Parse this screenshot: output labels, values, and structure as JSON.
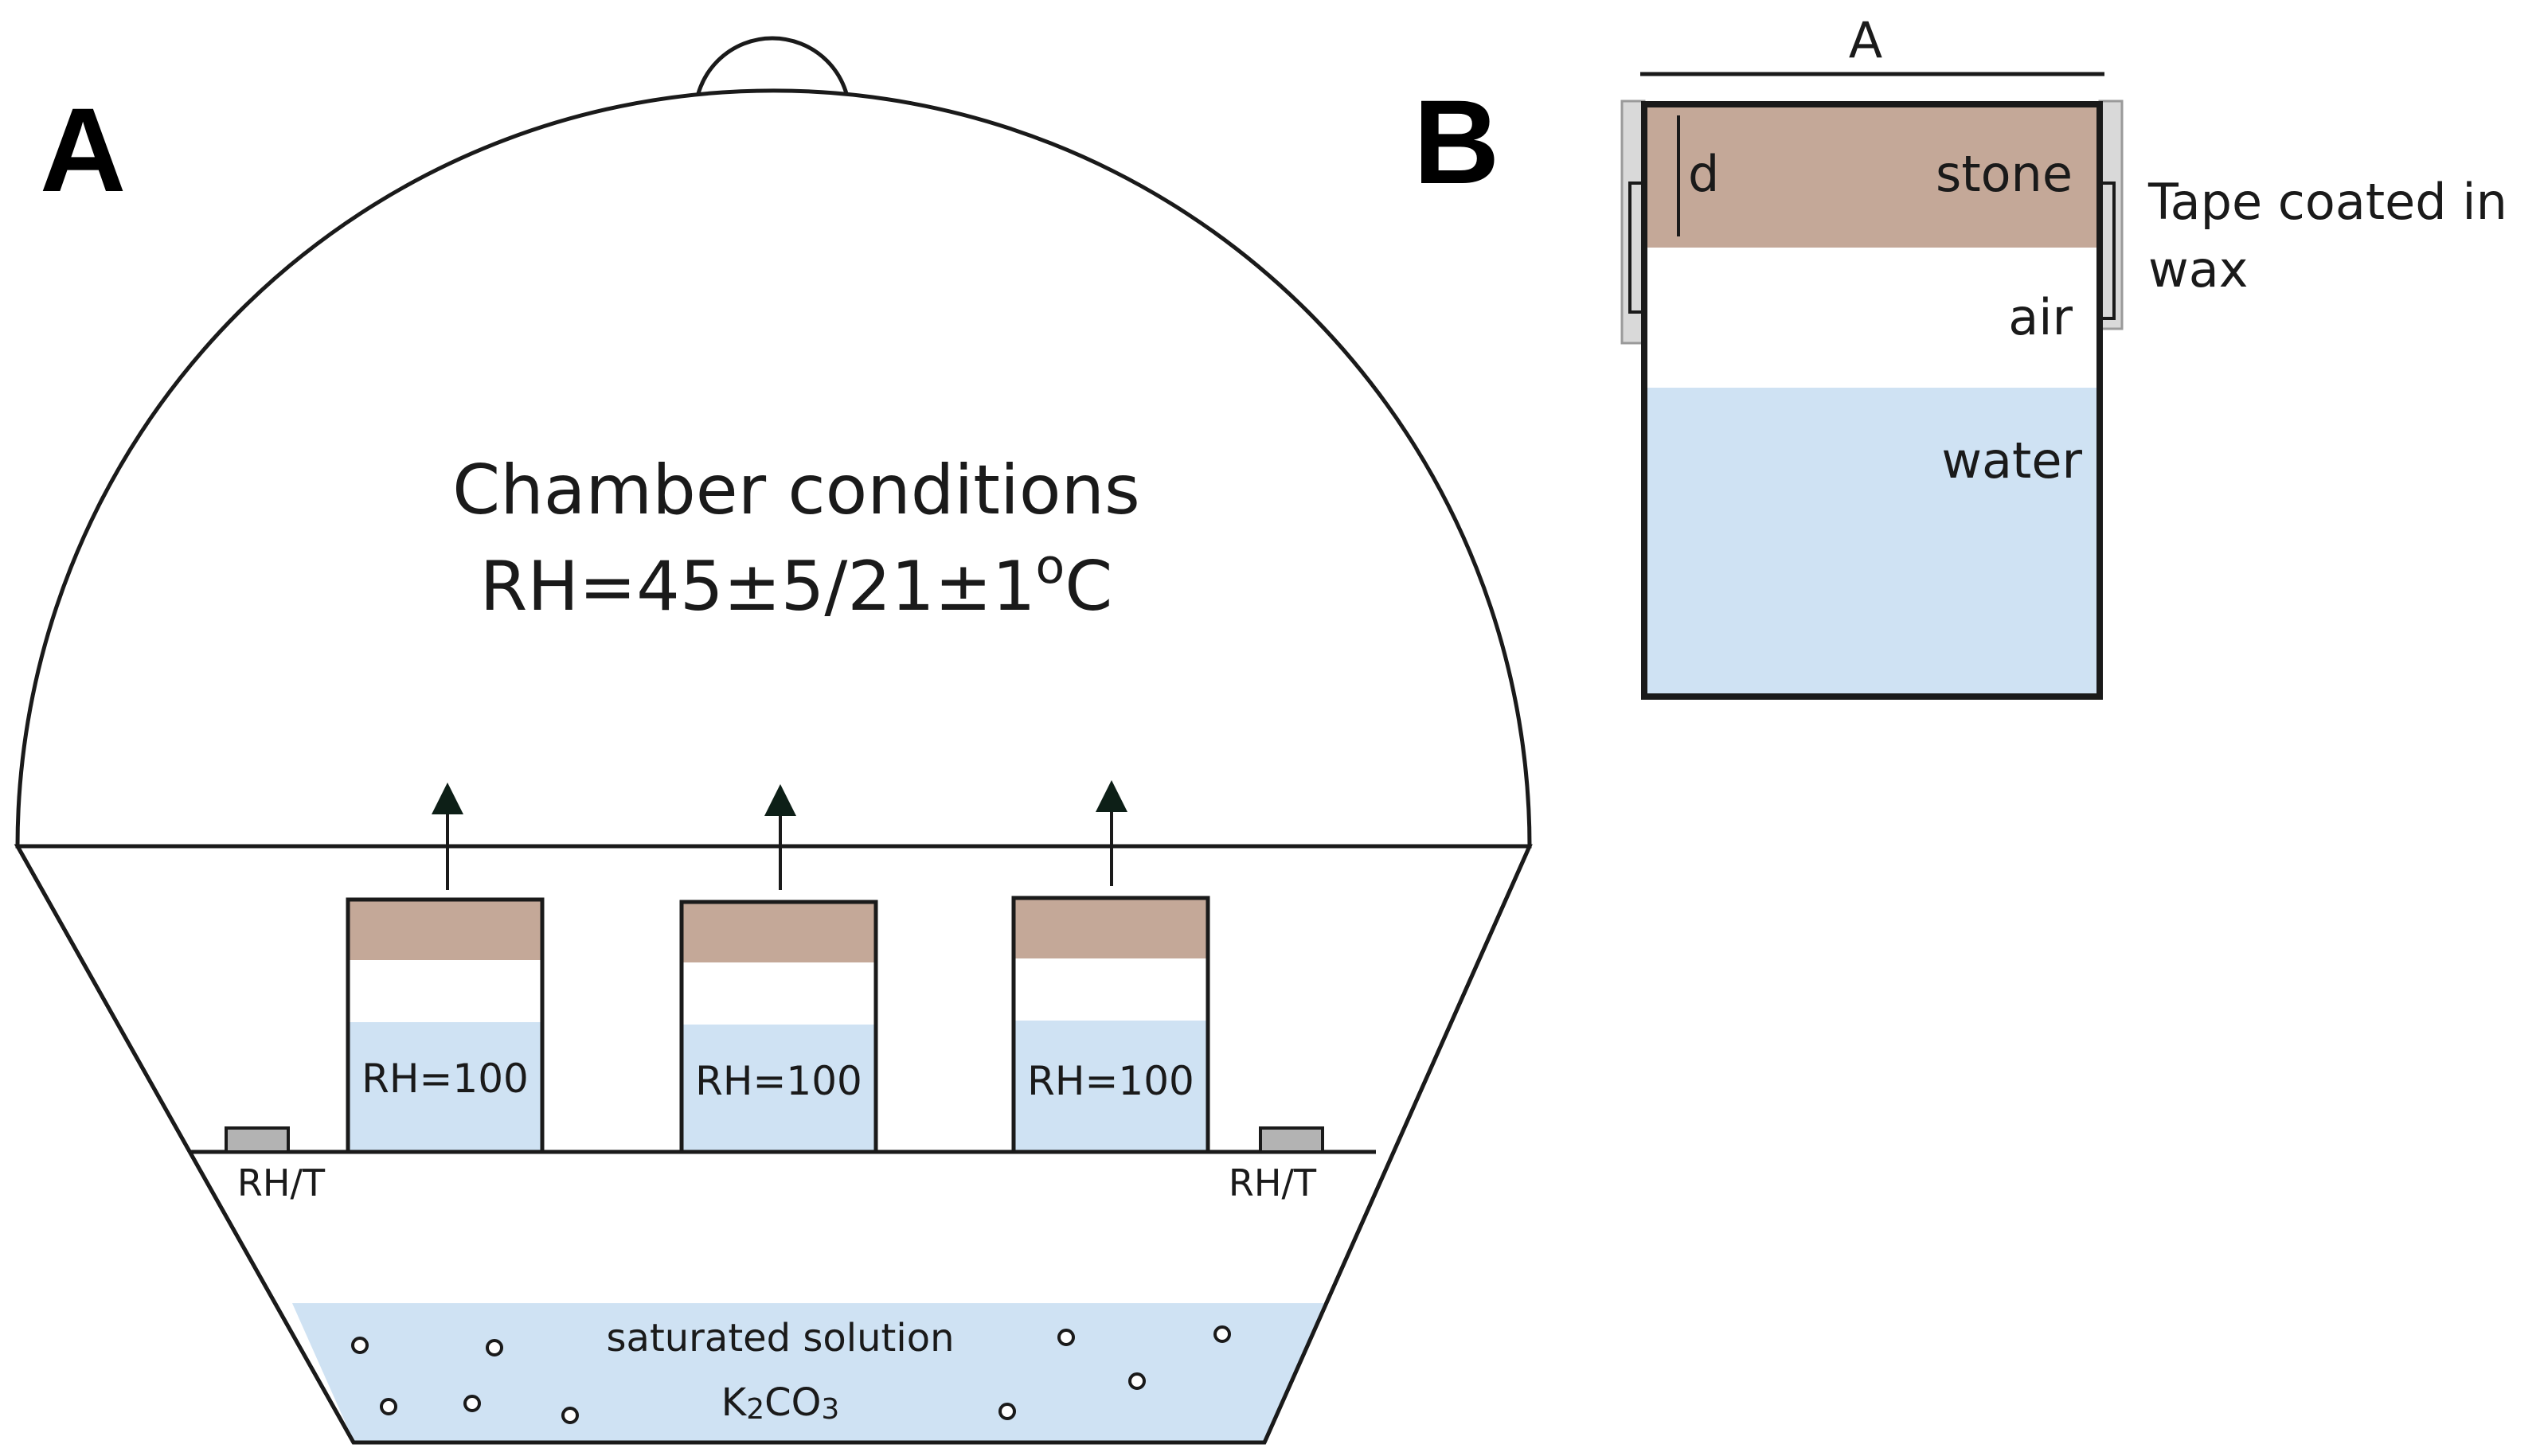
{
  "colors": {
    "stone": "#c4a898",
    "water": "#cfe2f3",
    "sensor": "#b3b3b3",
    "tape": "#d9d9d9",
    "line": "#1a1a1a",
    "arrow": "#0d1f17"
  },
  "panel_a": {
    "label": "A",
    "chamber_title": "Chamber conditions",
    "chamber_rh_prefix": "RH=45±5/21±1",
    "chamber_degree": "o",
    "chamber_unit": "C",
    "cups": [
      {
        "label": "RH=100"
      },
      {
        "label": "RH=100"
      },
      {
        "label": "RH=100"
      }
    ],
    "sensors": [
      {
        "label": "RH/T"
      },
      {
        "label": "RH/T"
      }
    ],
    "solution_label": "saturated solution",
    "solution_formula_k": "K",
    "solution_formula_sub1": "2",
    "solution_formula_co": "CO",
    "solution_formula_sub2": "3"
  },
  "panel_b": {
    "label": "B",
    "width_label": "A",
    "depth_label": "d",
    "layers": {
      "stone": "stone",
      "air": "air",
      "water": "water"
    },
    "tape_line1": "Tape coated in",
    "tape_line2": "wax"
  }
}
